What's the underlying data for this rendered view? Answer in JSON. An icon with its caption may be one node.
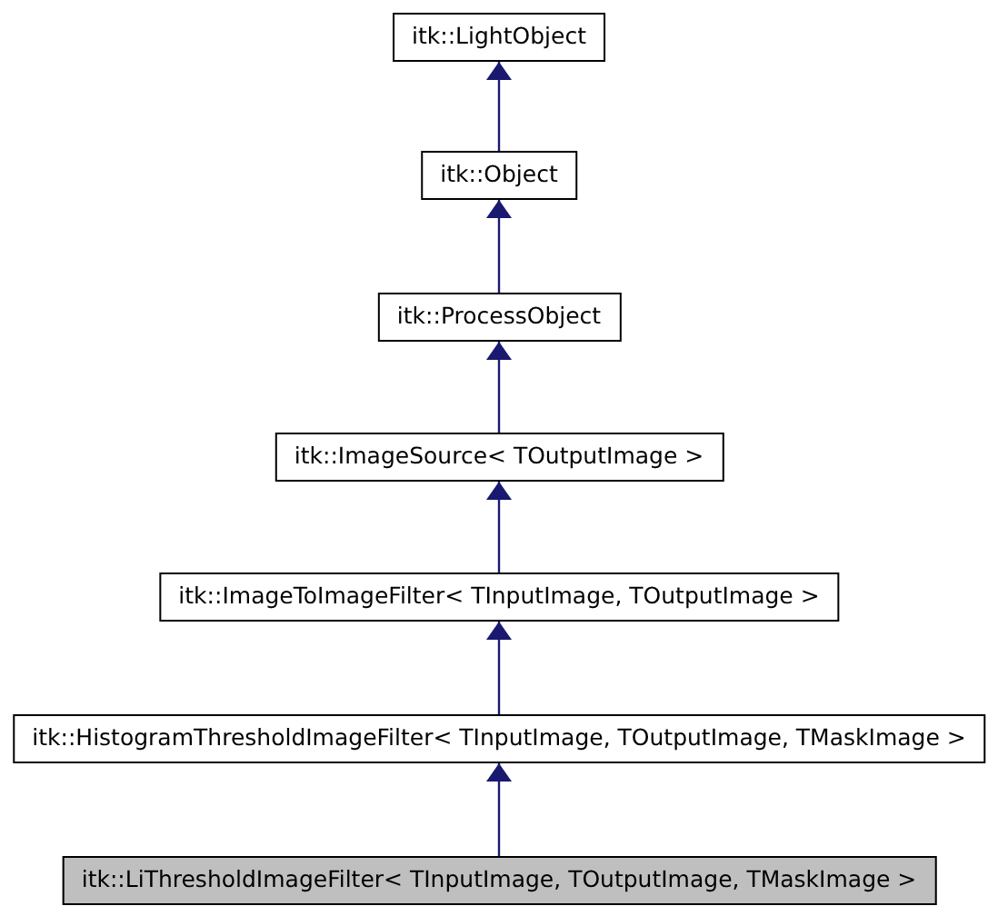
{
  "diagram": {
    "nodes": [
      {
        "text": [
          "itk::LightObject"
        ]
      },
      {
        "text": [
          "itk::Object"
        ]
      },
      {
        "text": [
          "itk::ProcessObject"
        ]
      },
      {
        "text": [
          "itk::ImageSource< TOutputImage >"
        ]
      },
      {
        "text": [
          "itk::ImageToImageFilter< TInputImage, TOutputImage >"
        ]
      },
      {
        "text": [
          "itk::HistogramThresholdImageFilter< TInputImage, TOutputImage, TMaskImage >"
        ]
      },
      {
        "text": [
          "itk::LiThresholdImageFilter< TInputImage, TOutputImage, TMaskImage >"
        ]
      }
    ],
    "edges": [
      {
        "from": 1,
        "to": 0,
        "arrow": "to"
      },
      {
        "from": 2,
        "to": 1,
        "arrow": "to"
      },
      {
        "from": 3,
        "to": 2,
        "arrow": "to"
      },
      {
        "from": 4,
        "to": 3,
        "arrow": "to"
      },
      {
        "from": 5,
        "to": 4,
        "arrow": "to"
      },
      {
        "from": 6,
        "to": 5,
        "arrow": "to"
      }
    ]
  }
}
